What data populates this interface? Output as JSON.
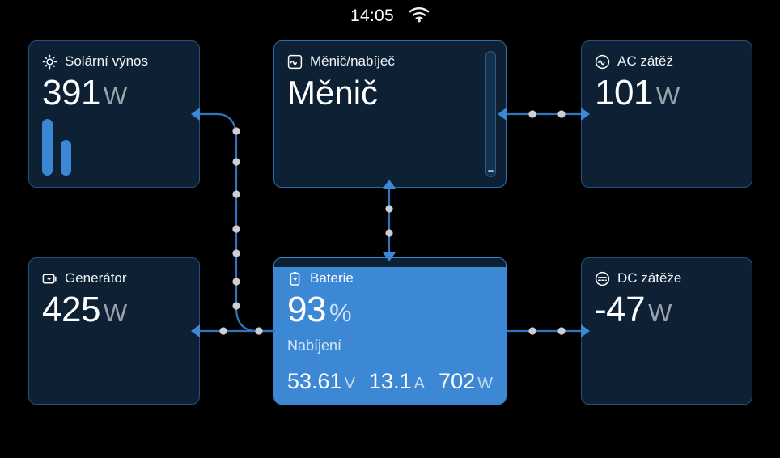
{
  "statusbar": {
    "time": "14:05",
    "wifi_icon": "wifi-icon"
  },
  "cards": {
    "solar": {
      "title": "Solární výnos",
      "icon": "sun-icon",
      "value": "391",
      "unit": "W"
    },
    "inverter": {
      "title": "Měnič/nabíječ",
      "icon": "inverter-icon",
      "value": "Měnič"
    },
    "ac_load": {
      "title": "AC zátěž",
      "icon": "ac-icon",
      "value": "101",
      "unit": "W"
    },
    "generator": {
      "title": "Generátor",
      "icon": "generator-icon",
      "value": "425",
      "unit": "W"
    },
    "battery": {
      "title": "Baterie",
      "icon": "battery-charging-icon",
      "value": "93",
      "unit": "%",
      "state": "Nabíjení",
      "soc_percent": 93,
      "voltage": "53.61",
      "voltage_unit": "V",
      "current": "13.1",
      "current_unit": "A",
      "power": "702",
      "power_unit": "W"
    },
    "dc_load": {
      "title": "DC zátěže",
      "icon": "dc-icon",
      "value": "-47",
      "unit": "W"
    }
  },
  "solar_bars": [
    70,
    44
  ],
  "colors": {
    "background": "#000000",
    "card_background": "#0d2034",
    "card_border": "#2f6aa8",
    "accent_blue": "#3d88d4",
    "line_blue": "#2f74bd",
    "unit_grey": "#9aa3ab",
    "text_white": "#ffffff"
  },
  "flows": [
    {
      "from": "solar",
      "to": "battery",
      "dots": 8
    },
    {
      "from": "generator",
      "to": "battery",
      "dots": 2
    },
    {
      "from": "inverter",
      "to": "battery",
      "dots": 2
    },
    {
      "from": "inverter",
      "to": "ac_load",
      "dots": 2
    },
    {
      "from": "battery",
      "to": "dc_load",
      "dots": 2
    }
  ]
}
